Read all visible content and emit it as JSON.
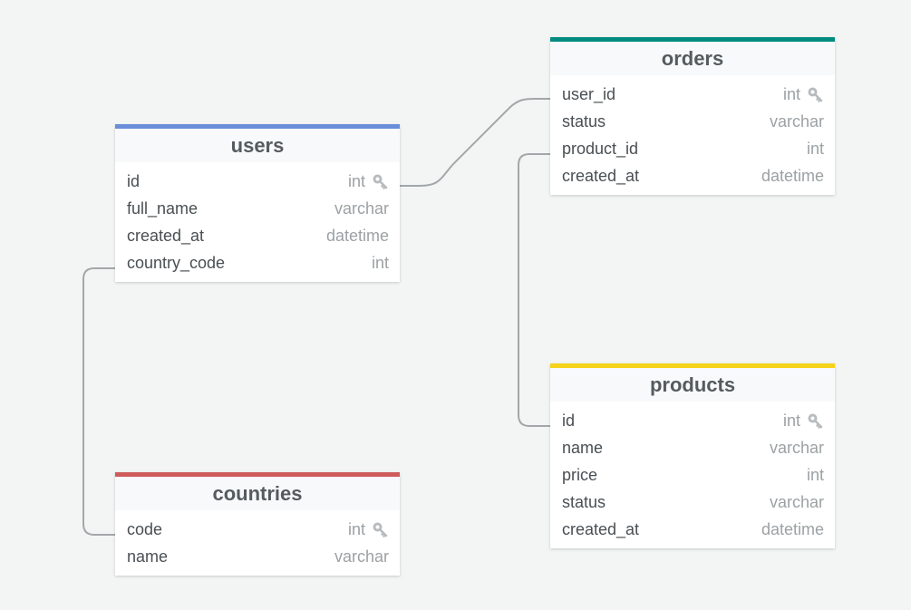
{
  "colors": {
    "background": "#f2f5f4",
    "link_line": "#a3a7a9",
    "orders": "#008b80",
    "users": "#6a8ed9",
    "products": "#f6d21a",
    "countries": "#cf5c5d"
  },
  "tables": [
    {
      "name": "users",
      "color": "#6a8ed9",
      "columns": [
        {
          "name": "id",
          "type": "int",
          "primary_key": true
        },
        {
          "name": "full_name",
          "type": "varchar",
          "primary_key": false
        },
        {
          "name": "created_at",
          "type": "datetime",
          "primary_key": false
        },
        {
          "name": "country_code",
          "type": "int",
          "primary_key": false
        }
      ]
    },
    {
      "name": "orders",
      "color": "#008b80",
      "columns": [
        {
          "name": "user_id",
          "type": "int",
          "primary_key": true
        },
        {
          "name": "status",
          "type": "varchar",
          "primary_key": false
        },
        {
          "name": "product_id",
          "type": "int",
          "primary_key": false
        },
        {
          "name": "created_at",
          "type": "datetime",
          "primary_key": false
        }
      ]
    },
    {
      "name": "products",
      "color": "#f6d21a",
      "columns": [
        {
          "name": "id",
          "type": "int",
          "primary_key": true
        },
        {
          "name": "name",
          "type": "varchar",
          "primary_key": false
        },
        {
          "name": "price",
          "type": "int",
          "primary_key": false
        },
        {
          "name": "status",
          "type": "varchar",
          "primary_key": false
        },
        {
          "name": "created_at",
          "type": "datetime",
          "primary_key": false
        }
      ]
    },
    {
      "name": "countries",
      "color": "#cf5c5d",
      "columns": [
        {
          "name": "code",
          "type": "int",
          "primary_key": true
        },
        {
          "name": "name",
          "type": "varchar",
          "primary_key": false
        }
      ]
    }
  ],
  "relationships": [
    {
      "from_table": "users",
      "from_column": "id",
      "to_table": "orders",
      "to_column": "user_id"
    },
    {
      "from_table": "orders",
      "from_column": "product_id",
      "to_table": "products",
      "to_column": "id"
    },
    {
      "from_table": "users",
      "from_column": "country_code",
      "to_table": "countries",
      "to_column": "code"
    }
  ],
  "icons": {
    "primary_key": "key-icon"
  }
}
